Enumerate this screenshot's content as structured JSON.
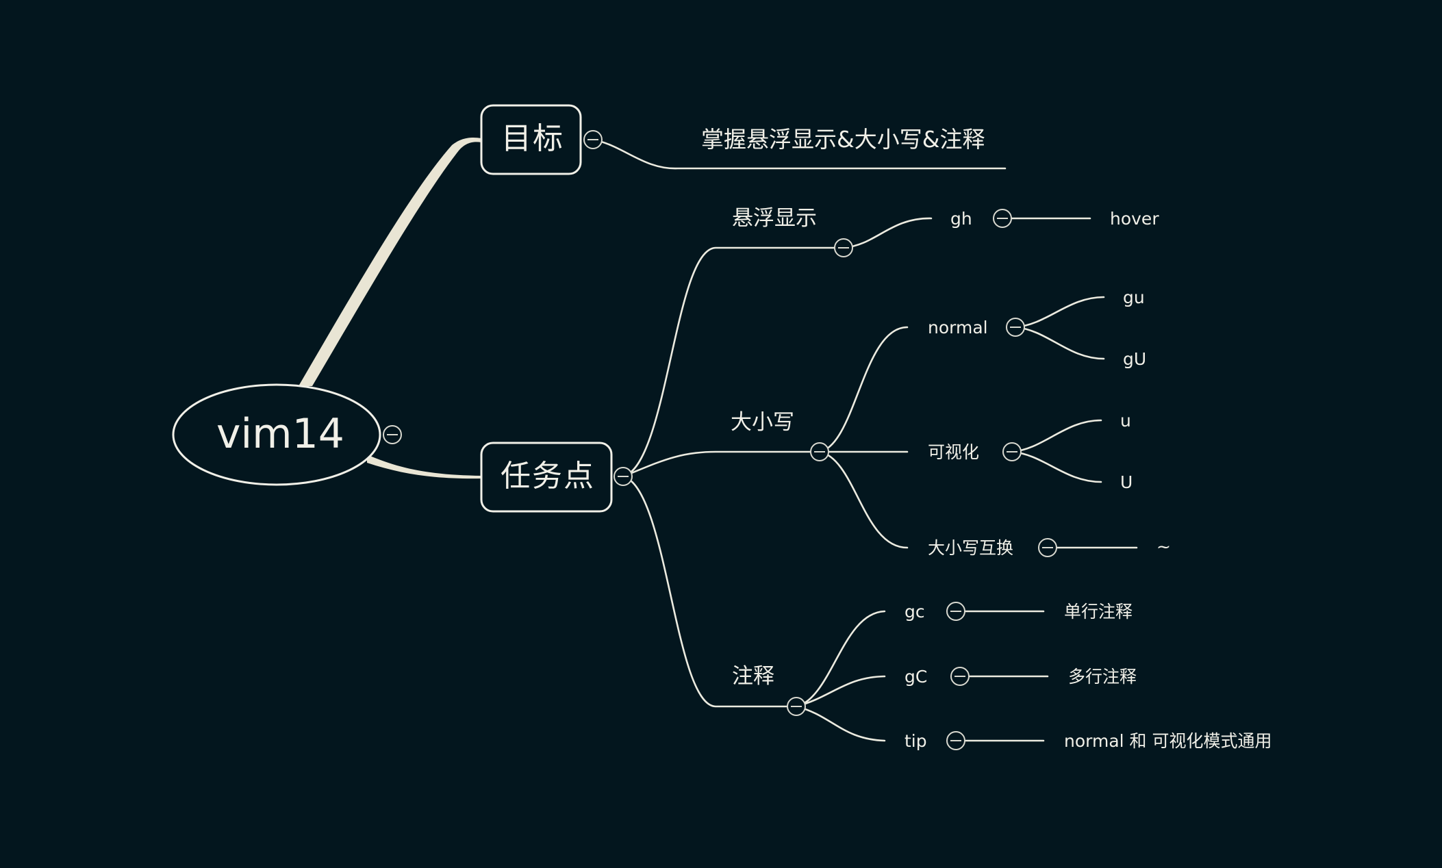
{
  "theme": {
    "background": "#03161e",
    "line": "#ecebe0",
    "trunk": "#e9e5d4",
    "text": "#f1f0e8"
  },
  "root": {
    "label": "vim14"
  },
  "goal": {
    "label": "目标",
    "text": "掌握悬浮显示&大小写&注释"
  },
  "tasks": {
    "label": "任务点",
    "hover": {
      "label": "悬浮显示",
      "key": "gh",
      "desc": "hover"
    },
    "case": {
      "label": "大小写",
      "normal": {
        "label": "normal",
        "keys": [
          "gu",
          "gU"
        ]
      },
      "visual": {
        "label": "可视化",
        "keys": [
          "u",
          "U"
        ]
      },
      "swap": {
        "label": "大小写互换",
        "key": "~"
      }
    },
    "comment": {
      "label": "注释",
      "items": [
        {
          "key": "gc",
          "desc": "单行注释"
        },
        {
          "key": "gC",
          "desc": "多行注释"
        },
        {
          "key": "tip",
          "desc": "normal 和 可视化模式通用"
        }
      ]
    }
  },
  "icons": {
    "collapse": "minus-circle-icon"
  }
}
